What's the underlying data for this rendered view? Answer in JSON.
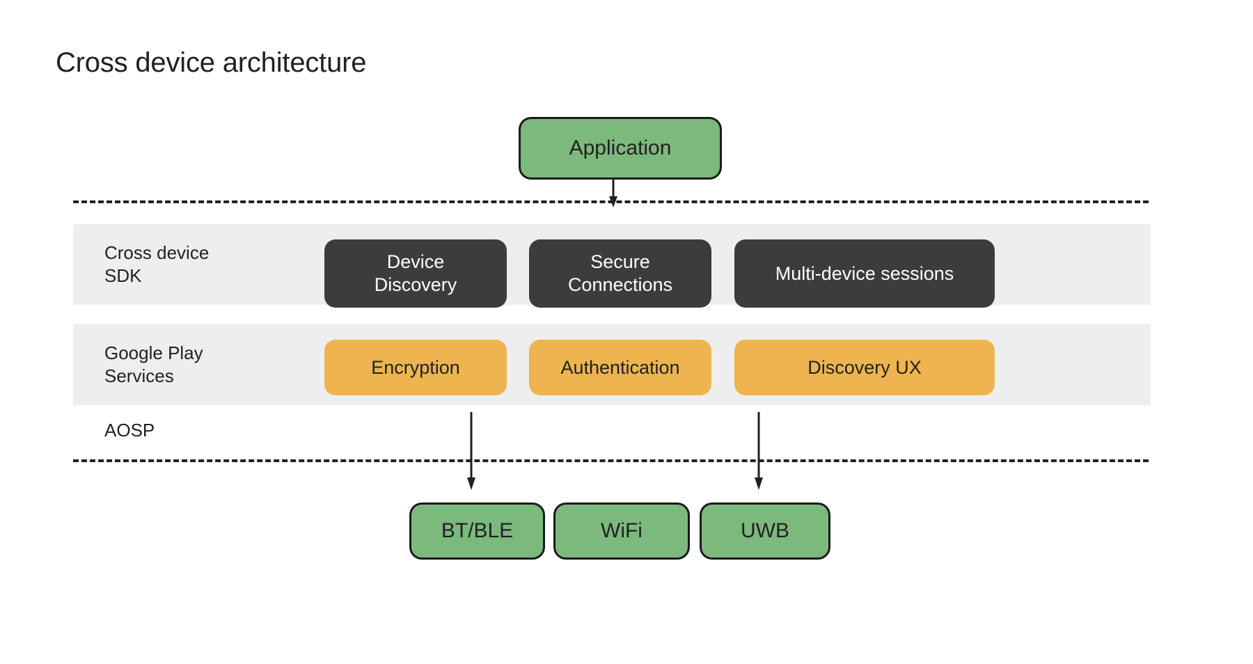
{
  "page": {
    "title": "Cross device architecture",
    "background": "#ffffff"
  },
  "colors": {
    "band": "#eeeeee",
    "dark_chip": "#3c3c3c",
    "yellow_chip": "#eeb44f",
    "green_chip": "#7cb97c",
    "chip_border": "#1a1a1a",
    "text": "#202124",
    "line": "#202124"
  },
  "diagram_data": {
    "type": "layered-architecture",
    "application": {
      "label": "Application"
    },
    "layers": [
      {
        "id": "cross-device-sdk",
        "label": "Cross device\nSDK",
        "style": "dark",
        "components": [
          {
            "id": "device-discovery",
            "label": "Device\nDiscovery"
          },
          {
            "id": "secure-connections",
            "label": "Secure\nConnections"
          },
          {
            "id": "multi-device-sessions",
            "label": "Multi-device sessions"
          }
        ]
      },
      {
        "id": "google-play-services",
        "label": "Google Play\nServices",
        "style": "yellow",
        "components": [
          {
            "id": "encryption",
            "label": "Encryption"
          },
          {
            "id": "authentication",
            "label": "Authentication"
          },
          {
            "id": "discovery-ux",
            "label": "Discovery UX"
          }
        ]
      },
      {
        "id": "aosp",
        "label": "AOSP",
        "style": "plain",
        "components": []
      }
    ],
    "transports": [
      {
        "id": "bt-ble",
        "label": "BT/BLE"
      },
      {
        "id": "wifi",
        "label": "WiFi"
      },
      {
        "id": "uwb",
        "label": "UWB"
      }
    ],
    "connections": [
      {
        "from": "application",
        "to": "cross-device-sdk",
        "style": "arrow-down"
      },
      {
        "from": "encryption",
        "to": "bt-ble",
        "style": "arrow-down"
      },
      {
        "from": "discovery-ux",
        "to": "uwb",
        "style": "arrow-down"
      }
    ],
    "separators": [
      {
        "id": "top-boundary",
        "style": "dashed"
      },
      {
        "id": "bottom-boundary",
        "style": "dashed"
      }
    ]
  }
}
